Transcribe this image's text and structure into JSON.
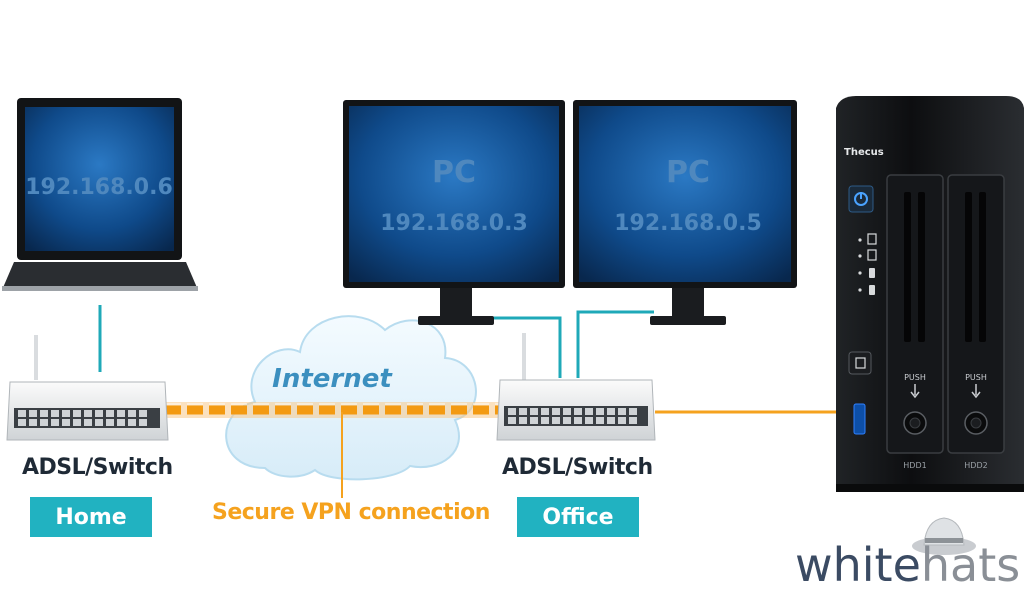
{
  "home_laptop": {
    "ip": "192.168.0.6"
  },
  "office_pc_1": {
    "name": "PC",
    "ip": "192.168.0.3"
  },
  "office_pc_2": {
    "name": "PC",
    "ip": "192.168.0.5"
  },
  "cloud": {
    "label": "Internet"
  },
  "home_router": {
    "label": "ADSL/Switch",
    "location": "Home"
  },
  "office_router": {
    "label": "ADSL/Switch",
    "location": "Office"
  },
  "vpn": {
    "label": "Secure VPN connection"
  },
  "nas": {
    "brand": "Thecus",
    "bay1_push": "PUSH",
    "bay2_push": "PUSH",
    "bay1_label": "HDD1",
    "bay2_label": "HDD2"
  },
  "brand_logo": {
    "part1": "white",
    "part2": "hats"
  },
  "colors": {
    "lan_cable": "#1fa9b8",
    "vpn": "#f5a21e",
    "badge": "#21b2c1",
    "screen": "#0f4a8a",
    "text_dark": "#1f2a36"
  }
}
